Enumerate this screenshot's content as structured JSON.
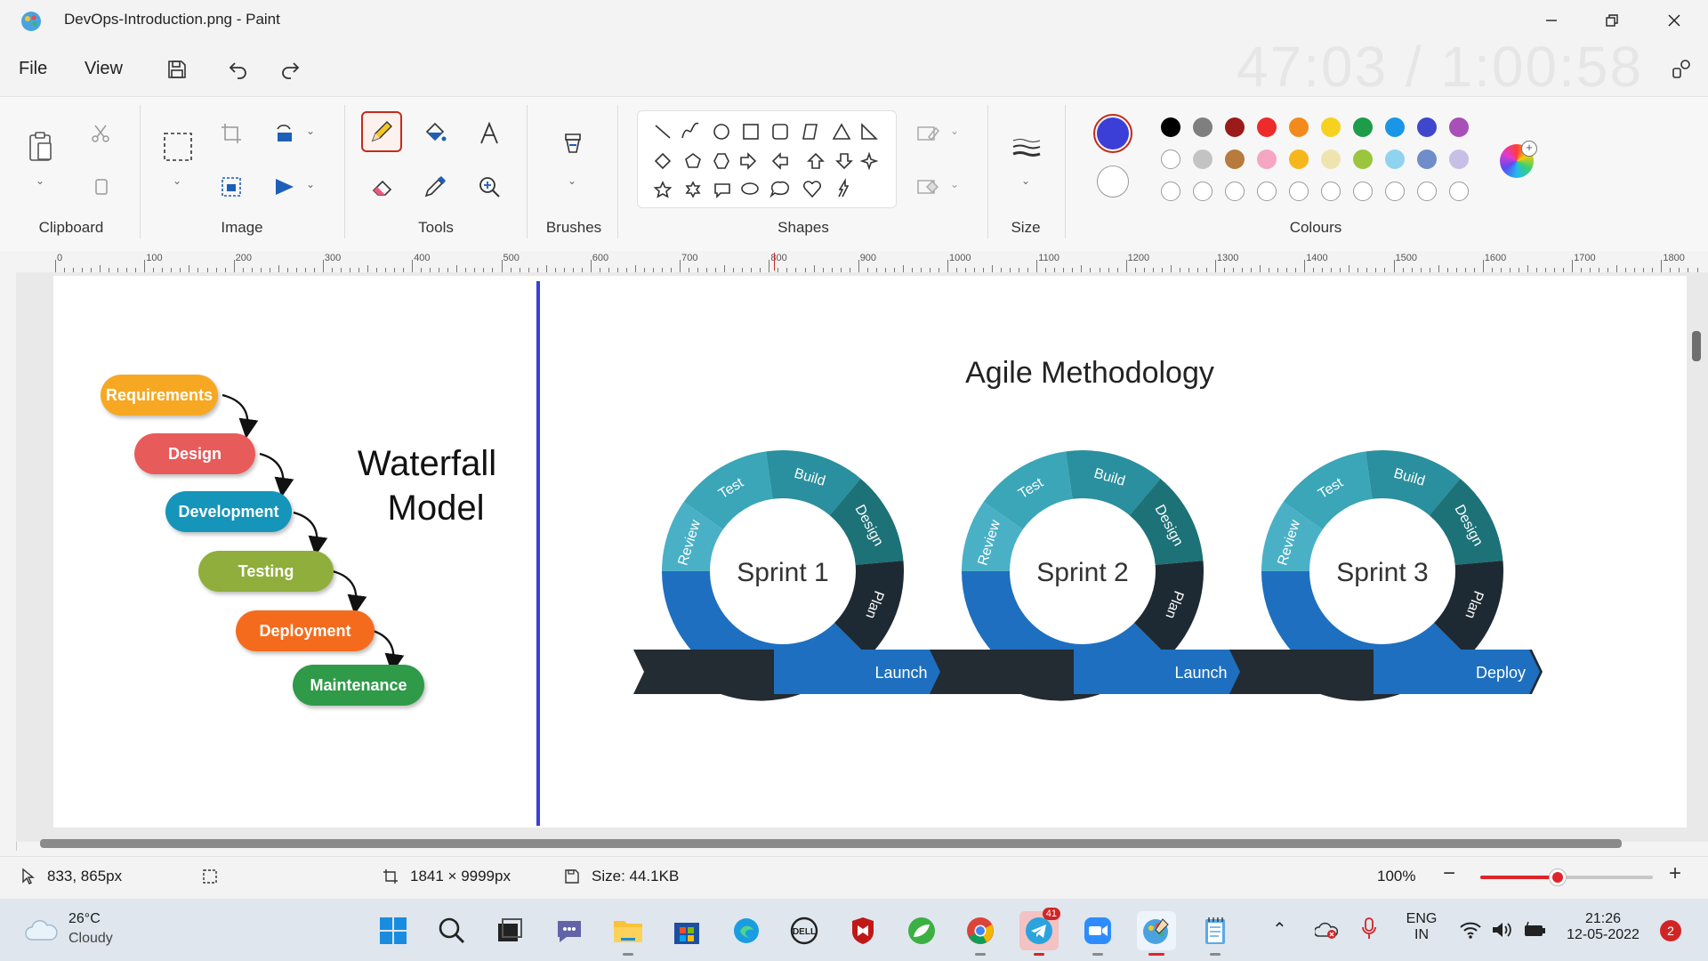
{
  "window": {
    "title": "DevOps-Introduction.png - Paint",
    "overlay_time": "47:03 / 1:00:58"
  },
  "menu": {
    "file": "File",
    "view": "View"
  },
  "ribbon": {
    "groups": {
      "clipboard": "Clipboard",
      "image": "Image",
      "tools": "Tools",
      "brushes": "Brushes",
      "shapes": "Shapes",
      "size": "Size",
      "colours": "Colours"
    },
    "primary_color": "#3b3fd8",
    "secondary_color": "#ffffff",
    "palette_row1": [
      "#000000",
      "#7f7f7f",
      "#9b1b1b",
      "#ee2b2b",
      "#f28b1c",
      "#f6d21e",
      "#1f9c4a",
      "#1a96e6",
      "#3f48cc",
      "#a84fb8"
    ],
    "palette_row2": [
      "#ffffff",
      "#c3c3c3",
      "#b97a3d",
      "#f4a6c3",
      "#f5b71a",
      "#efe4b0",
      "#9bc53d",
      "#8fd3f0",
      "#6f8dc9",
      "#c8bfe7"
    ]
  },
  "ruler": {
    "ticks": [
      "0",
      "100",
      "200",
      "300",
      "400",
      "500",
      "600",
      "700",
      "800",
      "900",
      "1000",
      "1100",
      "1200",
      "1300",
      "1400",
      "1500",
      "1600",
      "1700",
      "1800"
    ]
  },
  "diagram": {
    "waterfall": {
      "title_line1": "Waterfall",
      "title_line2": "Model",
      "steps": [
        {
          "label": "Requirements",
          "color": "#f7a823"
        },
        {
          "label": "Design",
          "color": "#e85b5b"
        },
        {
          "label": "Development",
          "color": "#1595b9"
        },
        {
          "label": "Testing",
          "color": "#8fae3b"
        },
        {
          "label": "Deployment",
          "color": "#f56b1d"
        },
        {
          "label": "Maintenance",
          "color": "#2f9a48"
        }
      ]
    },
    "agile": {
      "title": "Agile Methodology",
      "sprints": [
        {
          "label": "Sprint 1",
          "ribbon_label": "Launch"
        },
        {
          "label": "Sprint 2",
          "ribbon_label": "Launch"
        },
        {
          "label": "Sprint 3",
          "ribbon_label": "Deploy"
        }
      ],
      "arc_labels": {
        "test": "Test",
        "build": "Build",
        "design": "Design",
        "plan": "Plan",
        "review": "Review"
      }
    }
  },
  "status": {
    "cursor": "833, 865px",
    "canvas_size": "1841 × 9999px",
    "file_size": "Size: 44.1KB",
    "zoom": "100%",
    "zoom_level": 0.45
  },
  "taskbar": {
    "weather_temp": "26°C",
    "weather_desc": "Cloudy",
    "lang1": "ENG",
    "lang2": "IN",
    "time": "21:26",
    "date": "12-05-2022",
    "telegram_badge": "41",
    "notification_count": "2"
  }
}
